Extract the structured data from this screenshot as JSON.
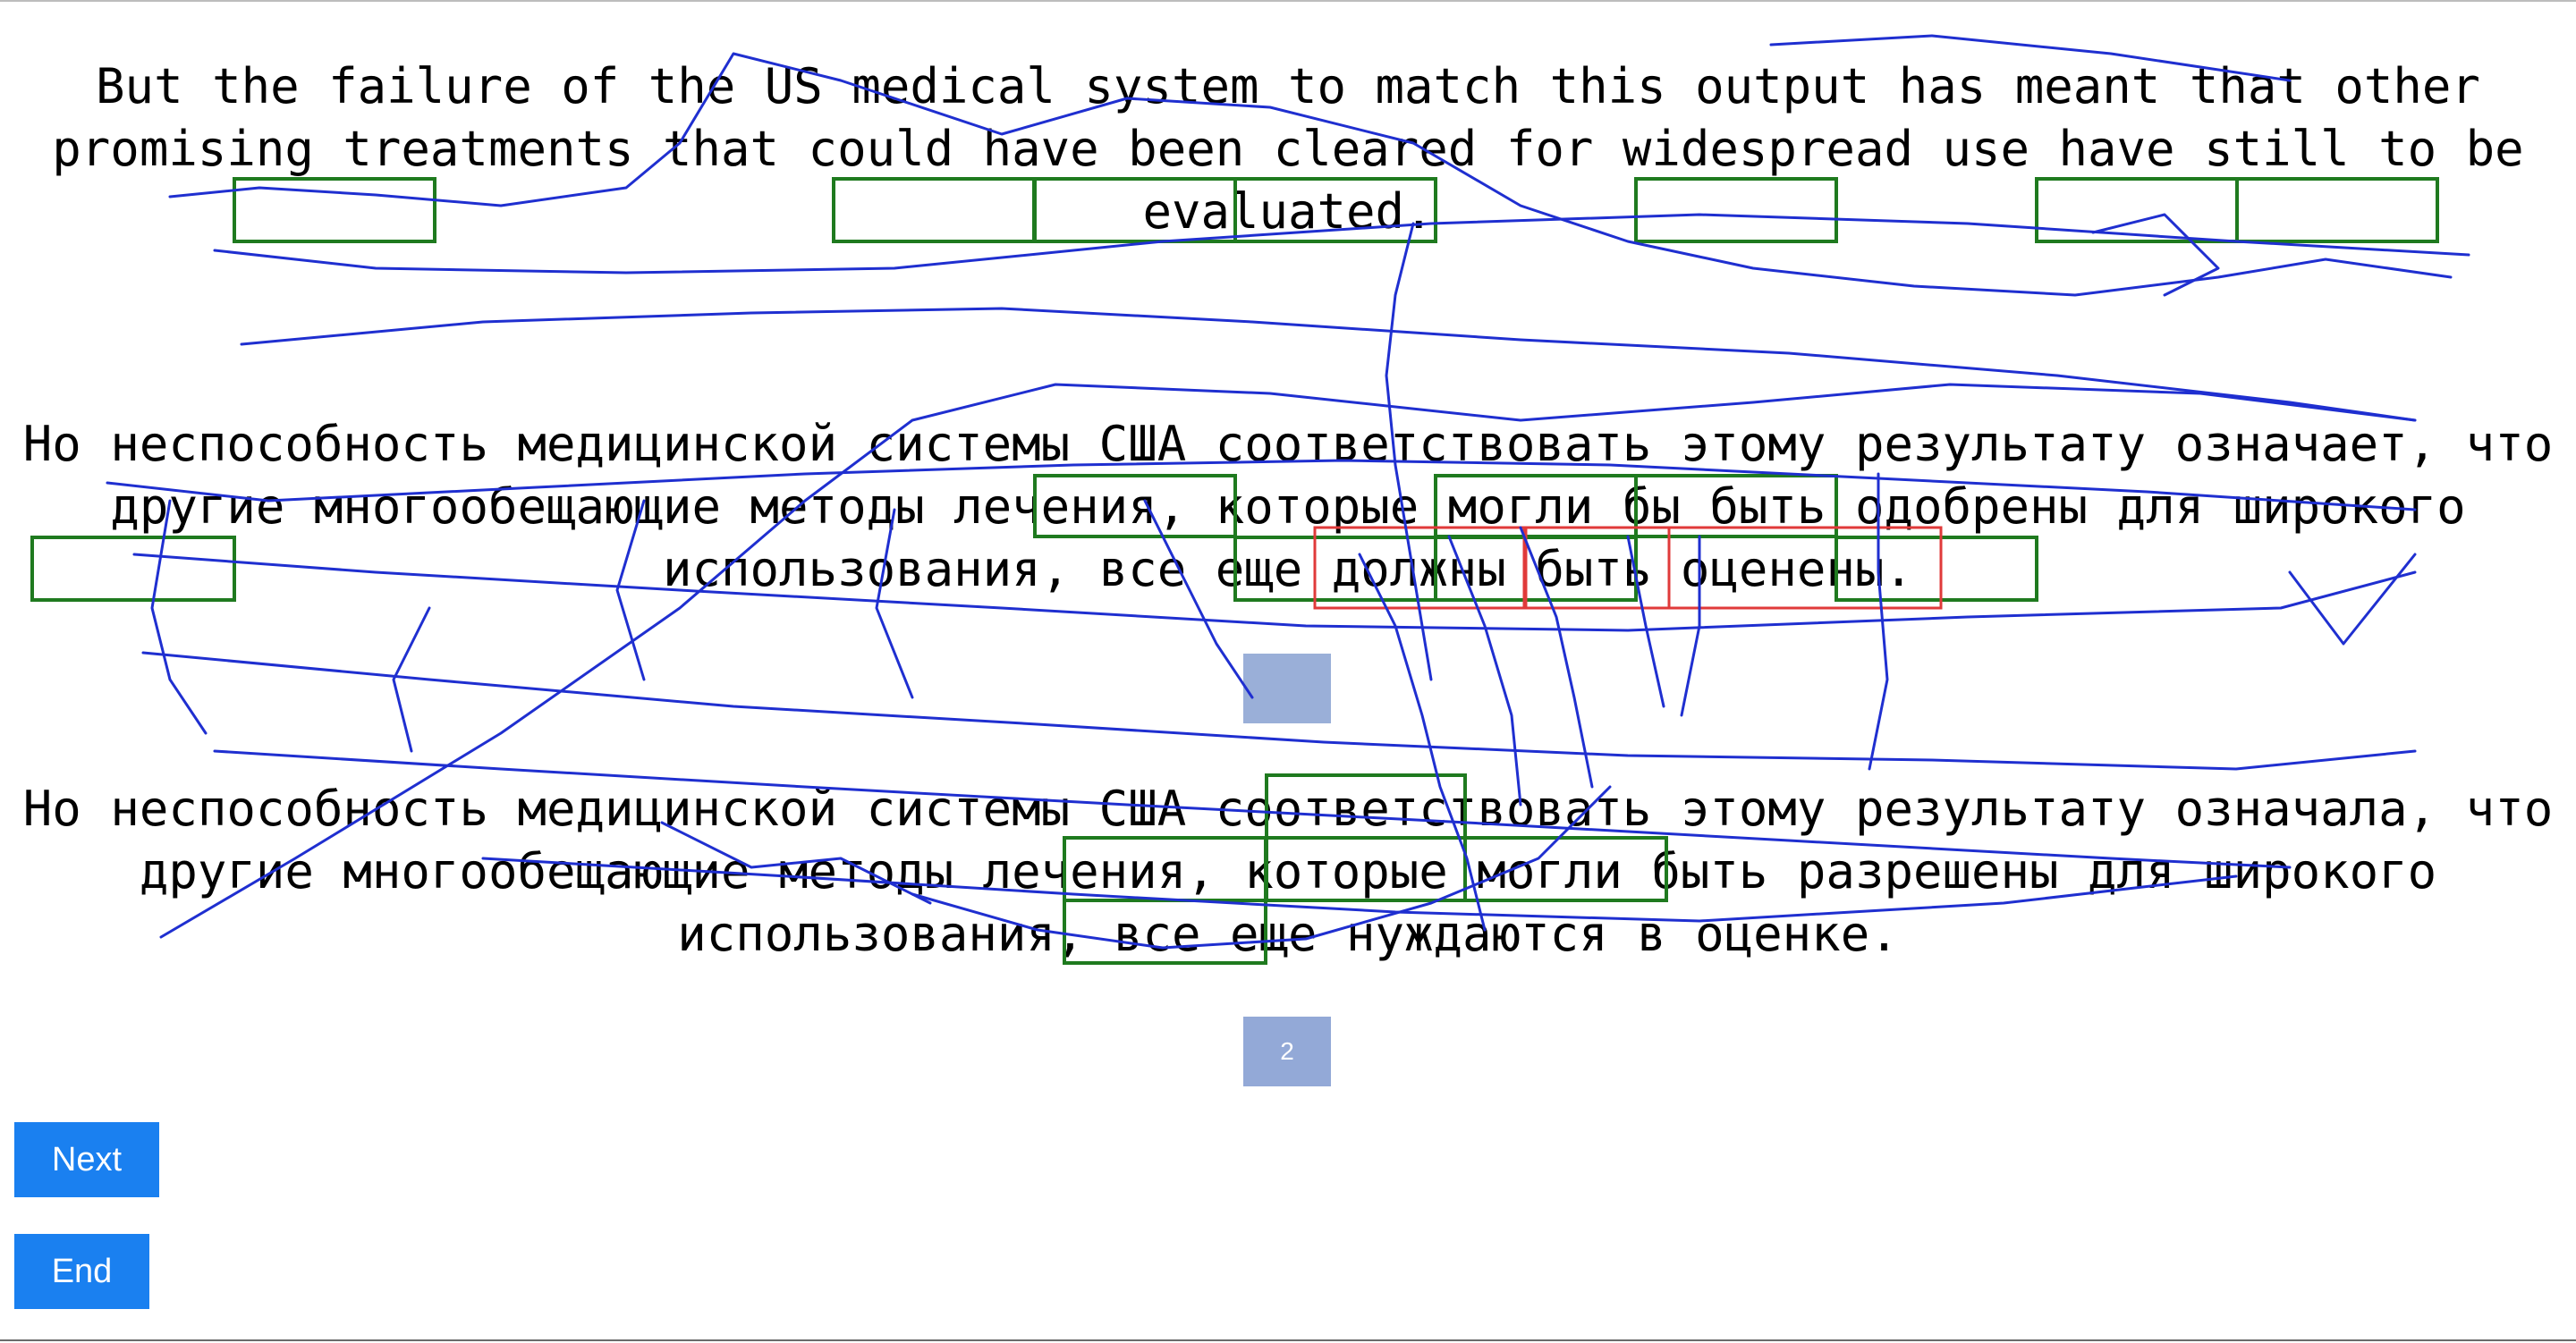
{
  "passages": {
    "source": "But the failure of the US medical system to match this output has meant that other promising treatments that could have been cleared for widespread use have still to be evaluated.",
    "translation": "Но неспособность медицинской системы США соответствовать этому результату означает, что другие многообещающие методы лечения, которые могли бы быть одобрены для широкого использования, все еще должны быть оценены.",
    "reference": "Но неспособность медицинской системы США соответствовать этому результату означала, что другие многообещающие методы лечения, которые могли быть разрешены для широкого использования, все еще нуждаются в оценке."
  },
  "markers": {
    "first": "",
    "second": "2"
  },
  "buttons": {
    "next": "Next",
    "end": "End"
  },
  "colors": {
    "gaze_trace": "#1f2fd0",
    "green_box": "#1f7a1f",
    "red_box": "#e03a3a",
    "button": "#1a80f0",
    "marker": "#8fa6d4"
  }
}
